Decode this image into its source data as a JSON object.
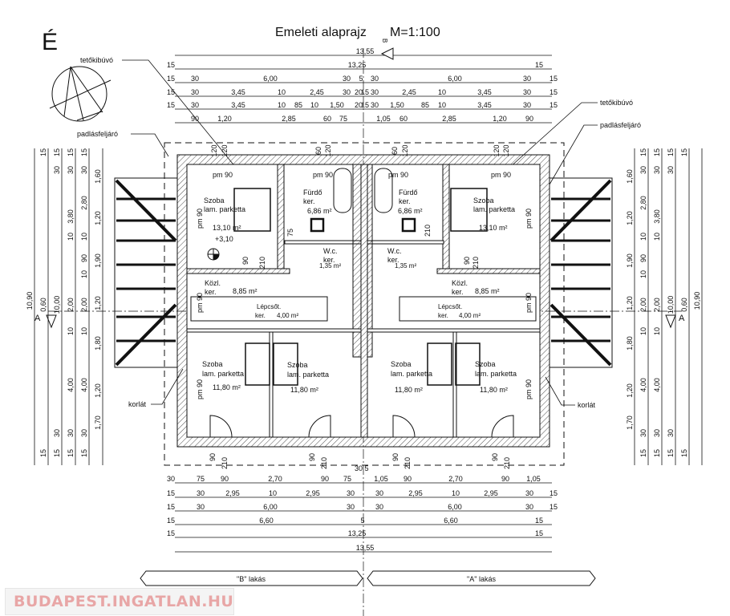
{
  "title": "Emeleti alaprajz",
  "scale": "M=1:100",
  "title_sub": "B",
  "north": "É",
  "callouts": {
    "roof_hatch": "tetőkibúvó",
    "attic_stairs": "padlásfeljáró",
    "railing": "korlát"
  },
  "dims": {
    "top": [
      [
        "13,55"
      ],
      [
        "15",
        "13,25",
        "15"
      ],
      [
        "15",
        "30",
        "6,00",
        "30",
        "5",
        "30",
        "6,00",
        "30",
        "15"
      ],
      [
        "15",
        "30",
        "3,45",
        "10",
        "2,45",
        "30",
        "20",
        "15",
        "30",
        "2,45",
        "10",
        "3,45",
        "30",
        "15"
      ],
      [
        "15",
        "30",
        "3,45",
        "10",
        "85",
        "10",
        "1,50",
        "20",
        "15",
        "30",
        "1,50",
        "85",
        "10",
        "3,45",
        "30",
        "15"
      ],
      [
        "90",
        "1,20",
        "2,85",
        "60",
        "75",
        "1,05",
        "60",
        "2,85",
        "1,20",
        "90"
      ]
    ],
    "bottom": [
      [
        "30",
        "5"
      ],
      [
        "30",
        "75",
        "90",
        "2,70",
        "90",
        "75",
        "1,05",
        "90",
        "2,70",
        "90",
        "1,05"
      ],
      [
        "15",
        "30",
        "2,95",
        "10",
        "2,95",
        "30",
        "30",
        "2,95",
        "10",
        "2,95",
        "30",
        "15"
      ],
      [
        "15",
        "30",
        "6,00",
        "30",
        "30",
        "6,00",
        "30",
        "15"
      ],
      [
        "15",
        "6,60",
        "5",
        "6,60",
        "15"
      ],
      [
        "15",
        "13,25",
        "15"
      ],
      [
        "13,55"
      ]
    ],
    "left": [
      [
        "10,90"
      ],
      [
        "15",
        "0,60",
        "15"
      ],
      [
        "15",
        "30",
        "10,00",
        "30",
        "15"
      ],
      [
        "15",
        "30",
        "3,80",
        "10",
        "2,00",
        "10",
        "4,00",
        "30",
        "15"
      ],
      [
        "15",
        "30",
        "2,80",
        "10",
        "90",
        "10",
        "2,00",
        "10",
        "4,00",
        "30",
        "15"
      ],
      [
        "1,60",
        "1,20",
        "1,90",
        "1,20",
        "1,80",
        "1,20",
        "1,70"
      ]
    ],
    "right": [
      [
        "1,60",
        "1,20",
        "1,90",
        "1,20",
        "1,80",
        "1,20",
        "1,70"
      ],
      [
        "15",
        "30",
        "2,80",
        "10",
        "90",
        "10",
        "2,00",
        "10",
        "4,00",
        "30",
        "15"
      ],
      [
        "15",
        "30",
        "3,80",
        "10",
        "2,00",
        "10",
        "4,00",
        "30",
        "15"
      ],
      [
        "15",
        "30",
        "10,00",
        "30",
        "15"
      ],
      [
        "15",
        "0,60",
        "15"
      ],
      [
        "10,90"
      ]
    ],
    "openings": [
      "120",
      "120",
      "60",
      "120",
      "60",
      "120",
      "120",
      "120"
    ],
    "section_mark": "A"
  },
  "rooms": {
    "b_szoba_big": {
      "name": "Szoba",
      "floor": "lam. parketta",
      "area": "13,10 m²",
      "level": "+3,10",
      "ceiling": "pm 90"
    },
    "b_furdo": {
      "name": "Fürdő",
      "floor": "ker.",
      "area": "6,86 m²",
      "ceiling": "pm 90"
    },
    "b_wc": {
      "name": "W.c.",
      "floor": "ker.",
      "area": "1,35 m²"
    },
    "b_kozl": {
      "name": "Közl.",
      "floor": "ker.",
      "area": "8,85 m²"
    },
    "b_lepcso": {
      "name": "Lépcsőt.",
      "floor": "ker.",
      "area": "4,00 m²"
    },
    "b_szoba1": {
      "name": "Szoba",
      "floor": "lam. parketta",
      "area": "11,80 m²"
    },
    "b_szoba2": {
      "name": "Szoba",
      "floor": "lam. parketta",
      "area": "11,80 m²"
    },
    "a_szoba_big": {
      "name": "Szoba",
      "floor": "lam. parketta",
      "area": "13,10 m²",
      "ceiling": "pm 90"
    },
    "a_furdo": {
      "name": "Fürdő",
      "floor": "ker.",
      "area": "6,86 m²",
      "ceiling": "pm 90"
    },
    "a_wc": {
      "name": "W.c.",
      "floor": "ker.",
      "area": "1,35 m²"
    },
    "a_kozl": {
      "name": "Közl.",
      "floor": "ker.",
      "area": "8,85 m²"
    },
    "a_lepcso": {
      "name": "Lépcsőt.",
      "floor": "ker.",
      "area": "4,00 m²"
    },
    "a_szoba1": {
      "name": "Szoba",
      "floor": "lam. parketta",
      "area": "11,80 m²"
    },
    "a_szoba2": {
      "name": "Szoba",
      "floor": "lam. parketta",
      "area": "11,80 m²"
    }
  },
  "door_labels": {
    "w90": "90",
    "h210": "210",
    "w75": "75",
    "pm": "pm 90"
  },
  "units": {
    "b": "\"B\" lakás",
    "a": "\"A\" lakás"
  },
  "watermark": "BUDAPEST.INGATLAN.HU"
}
